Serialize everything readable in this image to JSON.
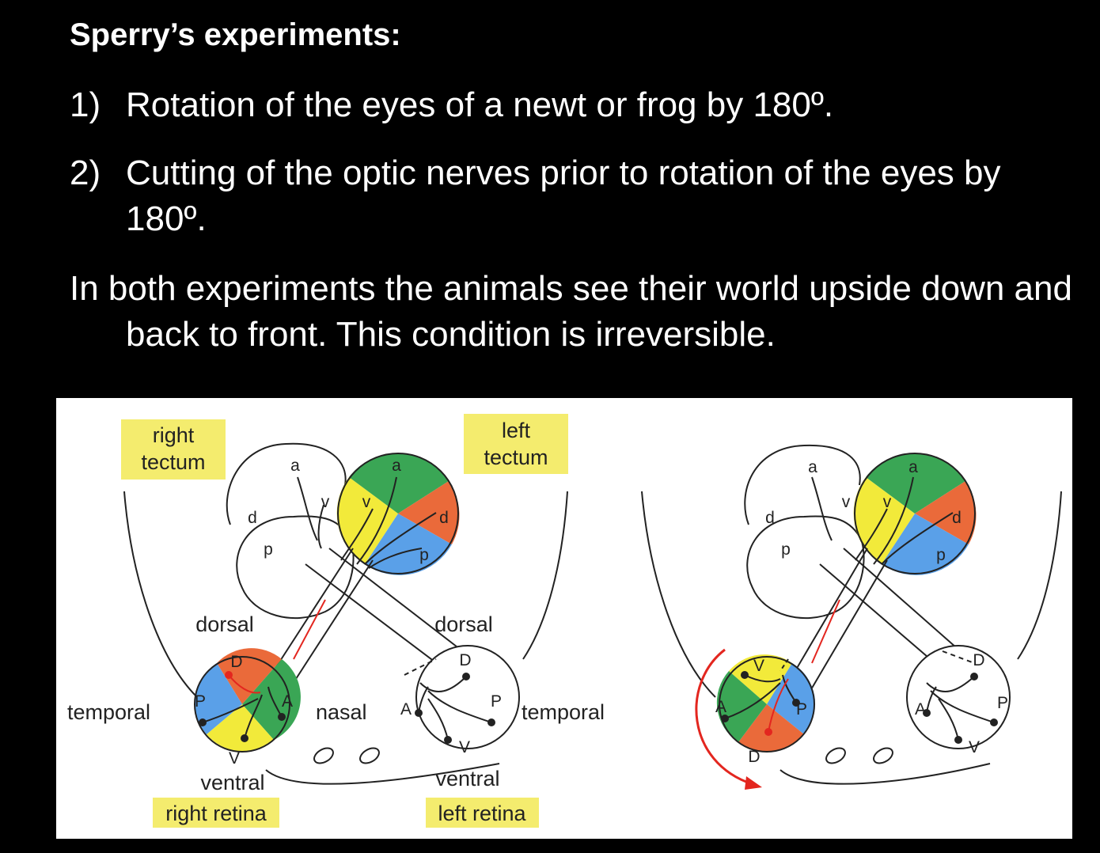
{
  "slide": {
    "title": "Sperry’s experiments:",
    "items": [
      {
        "num": "1)",
        "text": "Rotation of the eyes of a newt or frog by 180º."
      },
      {
        "num": "2)",
        "text": "Cutting of the optic nerves prior to rotation of the eyes by 180º."
      }
    ],
    "paragraph": "In both experiments the animals see their world upside down and back to front. This condition is irreversible."
  },
  "figure": {
    "labels": {
      "right_tectum_1": "right",
      "right_tectum_2": "tectum",
      "left_tectum_1": "left",
      "left_tectum_2": "tectum",
      "dorsal_left": "dorsal",
      "dorsal_right": "dorsal",
      "temporal_left": "temporal",
      "temporal_right": "temporal",
      "nasal": "nasal",
      "ventral_left": "ventral",
      "ventral_right": "ventral",
      "right_retina": "right retina",
      "left_retina": "left retina"
    },
    "letters": {
      "a": "a",
      "v": "v",
      "d": "d",
      "p": "p",
      "A": "A",
      "V": "V",
      "D": "D",
      "P": "P"
    },
    "colors": {
      "green": "#3aa655",
      "orange": "#ea6a3a",
      "yellow": "#f2ea3a",
      "blue": "#5aa0e8",
      "red": "#e3261f",
      "label_bg": "#f4ec6e"
    }
  }
}
